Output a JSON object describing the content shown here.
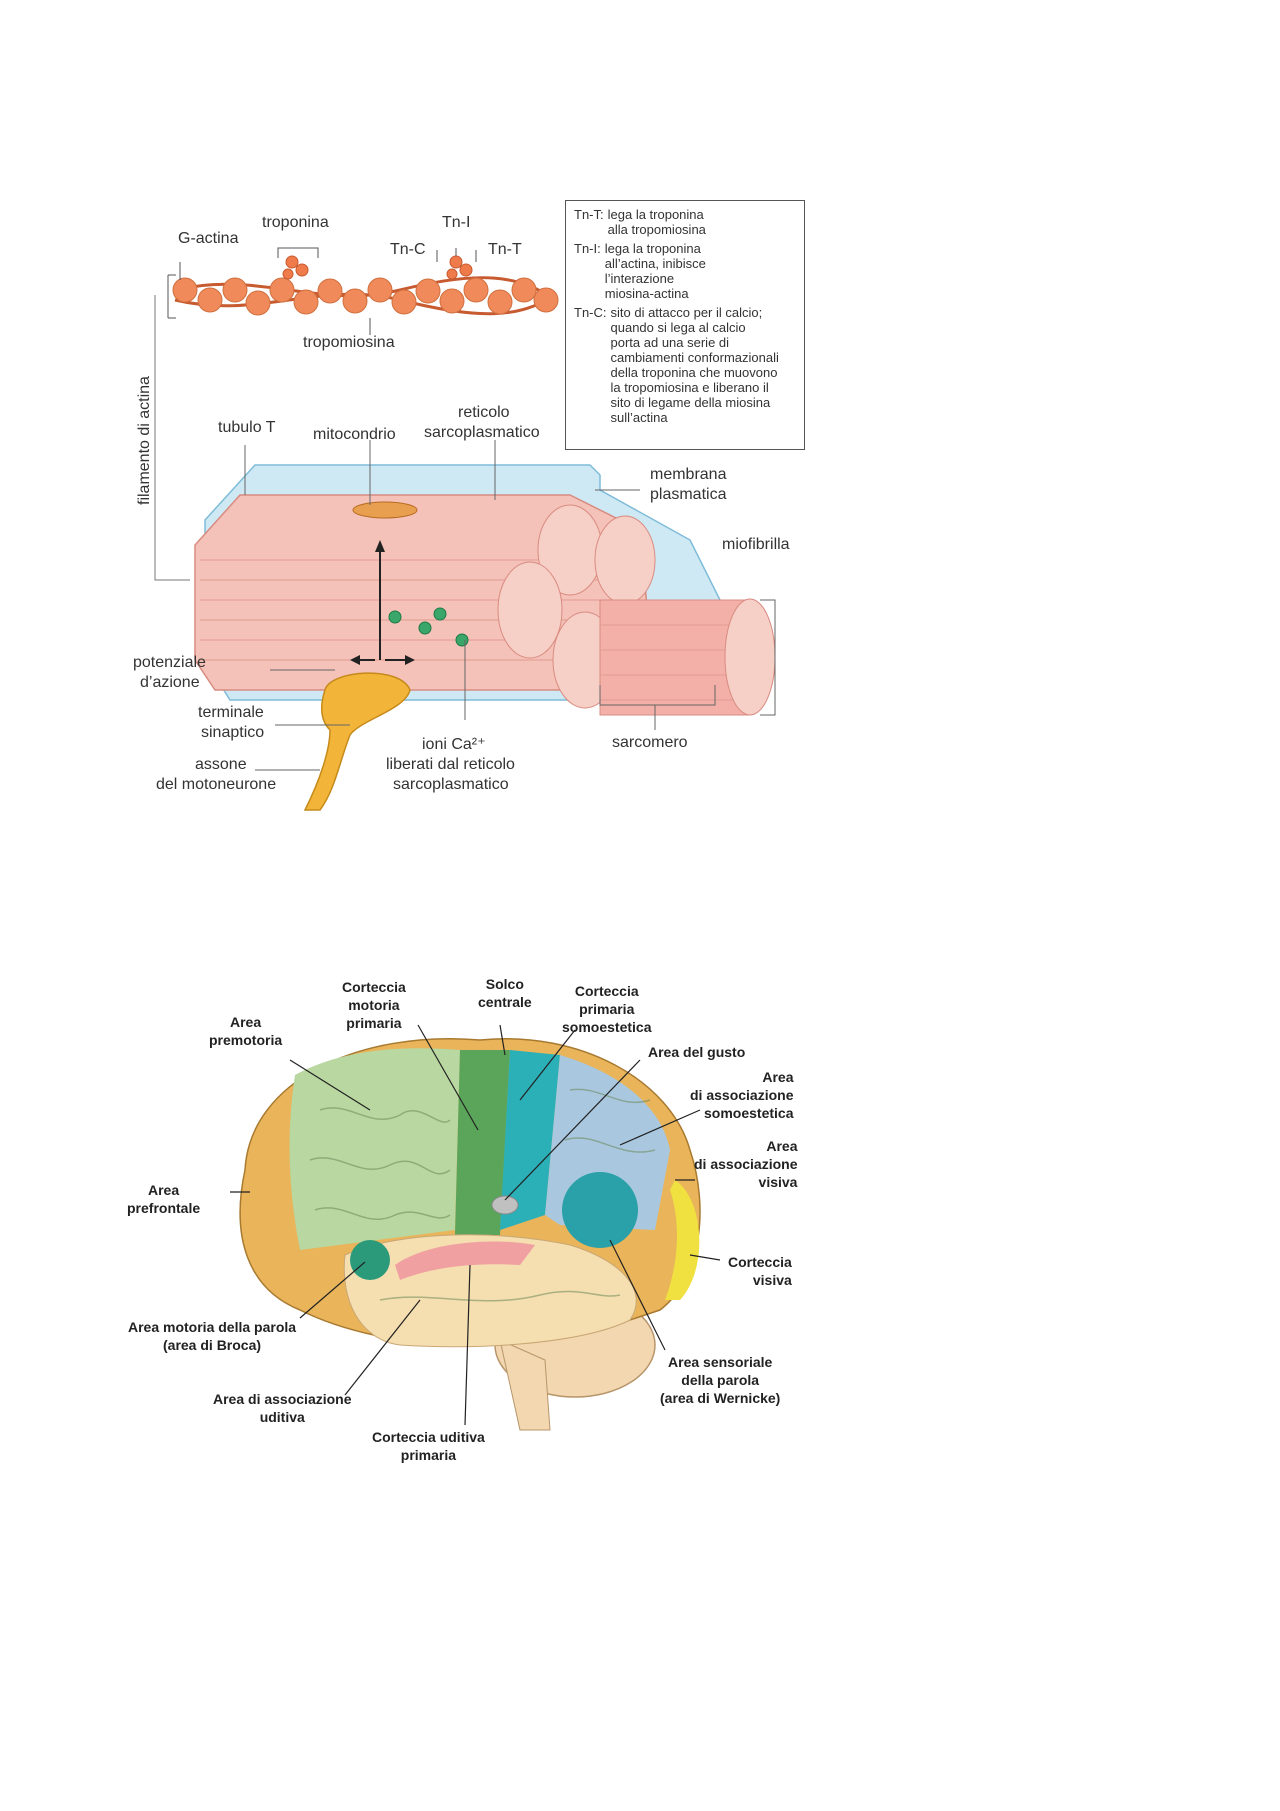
{
  "muscle_diagram": {
    "labels": {
      "g_actina": "G-actina",
      "troponina": "troponina",
      "tn_i": "Tn-I",
      "tn_c": "Tn-C",
      "tn_t": "Tn-T",
      "tropomiosina": "tropomiosina",
      "filamento_di_actina": "filamento di actina",
      "tubulo_t": "tubulo T",
      "mitocondrio": "mitocondrio",
      "reticolo_line1": "reticolo",
      "reticolo_line2": "sarcoplasmatico",
      "membrana_line1": "membrana",
      "membrana_line2": "plasmatica",
      "miofibrilla": "miofibrilla",
      "potenziale_line1": "potenziale",
      "potenziale_line2": "d’azione",
      "terminale_line1": "terminale",
      "terminale_line2": "sinaptico",
      "assone_line1": "assone",
      "assone_line2": "del motoneurone",
      "ioni_line1": "ioni Ca²⁺",
      "ioni_line2": "liberati dal reticolo",
      "ioni_line3": "sarcoplasmatico",
      "sarcomero": "sarcomero"
    },
    "legend": [
      {
        "key": "Tn-T:",
        "text": "lega la troponina\nalla tropomiosina"
      },
      {
        "key": "Tn-I:",
        "text": "lega la troponina\nall’actina, inibisce\nl’interazione\nmiosina-actina"
      },
      {
        "key": "Tn-C:",
        "text": "sito di attacco per il calcio;\nquando si lega al calcio\nporta ad una serie di\ncambiamenti conformazionali\ndella troponina che muovono\nla tropomiosina e liberano il\nsito di legame della miosina\nsull’actina"
      }
    ],
    "colors": {
      "actin": "#f08a5a",
      "fiber": "#f2b8b0",
      "membrane": "#bfe3f0",
      "neuron": "#f2b53a",
      "calcium": "#3aa66a"
    }
  },
  "brain_diagram": {
    "labels": {
      "solco_centrale": "Solco\ncentrale",
      "corteccia_motoria": "Corteccia\nmotoria\nprimaria",
      "corteccia_somoestetica": "Corteccia\nprimaria\nsomoestetica",
      "area_premotoria": "Area\npremotoria",
      "area_gusto": "Area del gusto",
      "assoc_somoestetica": "Area\ndi associazione\nsomoestetica",
      "area_prefrontale": "Area\nprefrontale",
      "assoc_visiva": "Area\ndi associazione\nvisiva",
      "corteccia_visiva": "Corteccia\nvisiva",
      "broca": "Area motoria della parola\n(area di Broca)",
      "wernicke": "Area sensoriale\ndella parola\n(area di Wernicke)",
      "assoc_uditiva": "Area di associazione\nuditiva",
      "corteccia_uditiva": "Corteccia uditiva\nprimaria"
    },
    "colors": {
      "prefrontal": "#e9b45a",
      "premotor": "#b9d7a0",
      "motor": "#5aa55a",
      "somatosensory": "#2bb0b8",
      "assoc_somato": "#a9c8e0",
      "visual_assoc": "#e9b45a",
      "visual": "#f0e040",
      "temporal": "#f5deb0",
      "auditory": "#f0a0a0",
      "wernicke": "#2aa0a8",
      "broca": "#2a9a7a"
    }
  }
}
